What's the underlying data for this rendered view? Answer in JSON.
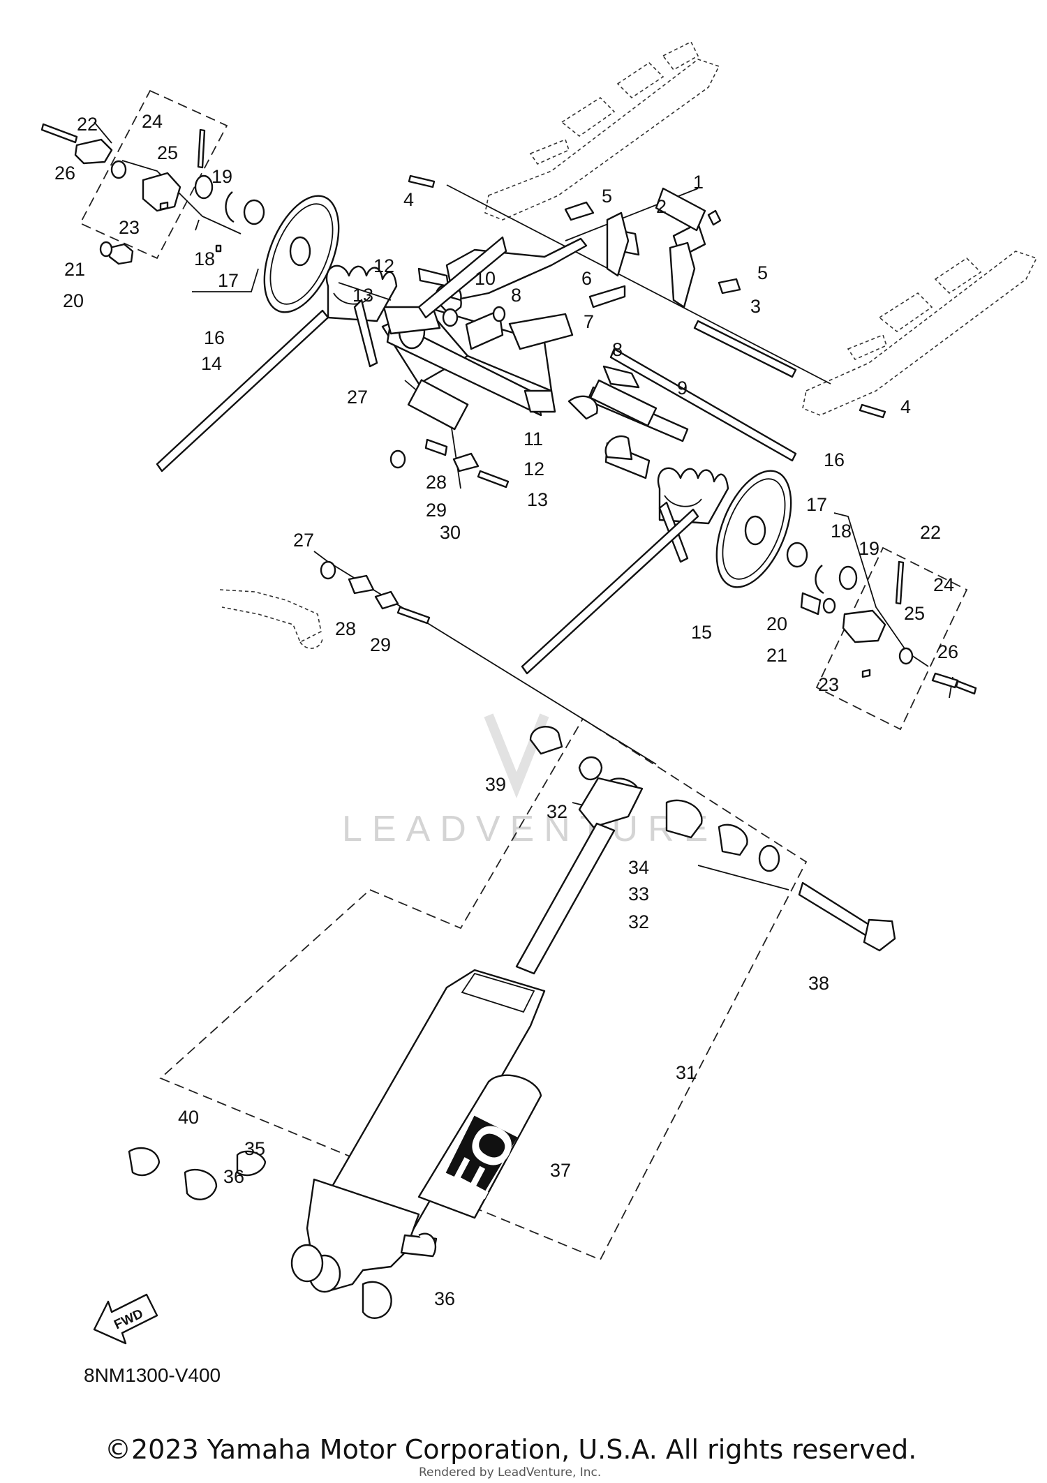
{
  "diagram_code": "8NM1300-V400",
  "fwd_label": "FWD",
  "watermark_text": "LEADVENTURE",
  "shock_brand": "FOX",
  "copyright": "©2023 Yamaha Motor Corporation, U.S.A. All rights reserved.",
  "rendered_by": "Rendered by LeadVenture, Inc.",
  "callouts": [
    "1",
    "2",
    "3",
    "4",
    "4",
    "5",
    "5",
    "6",
    "7",
    "8",
    "8",
    "9",
    "10",
    "11",
    "12",
    "12",
    "13",
    "13",
    "14",
    "15",
    "16",
    "16",
    "17",
    "17",
    "18",
    "18",
    "19",
    "19",
    "20",
    "20",
    "21",
    "21",
    "22",
    "22",
    "23",
    "23",
    "24",
    "24",
    "25",
    "25",
    "26",
    "26",
    "27",
    "27",
    "28",
    "28",
    "29",
    "29",
    "30",
    "31",
    "32",
    "32",
    "33",
    "34",
    "35",
    "36",
    "36",
    "37",
    "38",
    "39",
    "40"
  ],
  "colors": {
    "line": "#111111",
    "background": "#ffffff",
    "watermark": "#d4d4d4"
  }
}
